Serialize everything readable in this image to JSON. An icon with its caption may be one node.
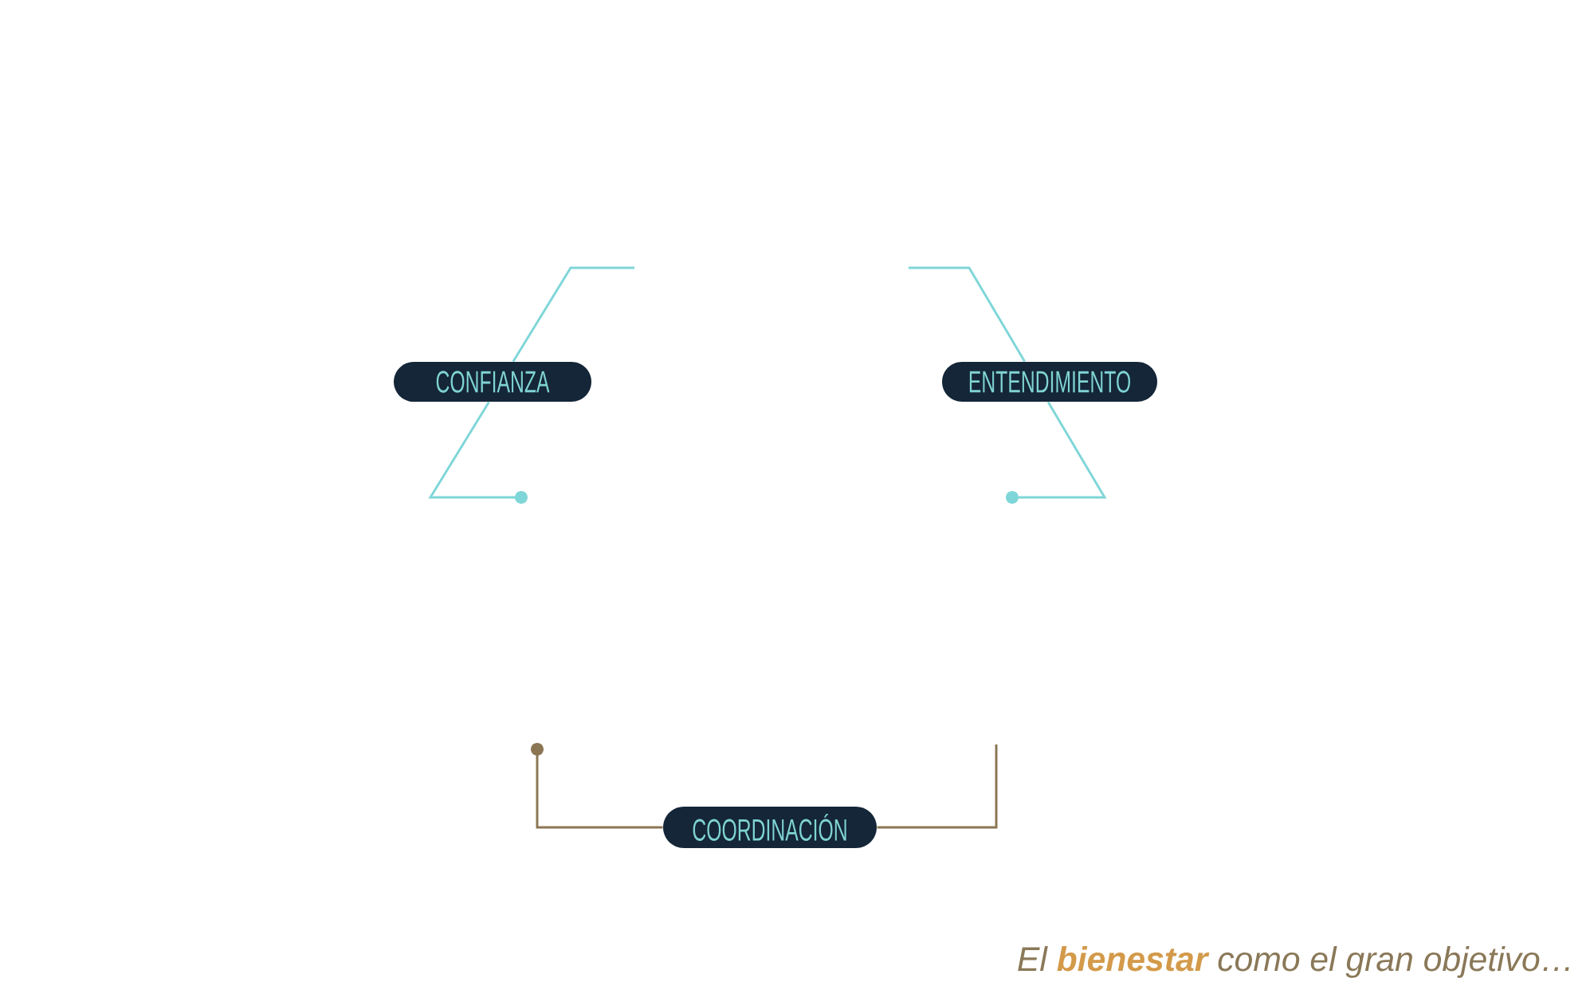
{
  "diagram": {
    "caption": "El **bienestar** como el gran objetivo…",
    "nodes": [
      {
        "text": [
          "CONFIANZA"
        ]
      },
      {
        "text": [
          "ENTENDIMIENTO"
        ]
      },
      {
        "text": [
          "COORDINACIÓN"
        ]
      }
    ],
    "edges": [
      {
        "from": 0,
        "to": null,
        "arrow": "none"
      },
      {
        "from": 0,
        "to": null,
        "arrow": "other"
      },
      {
        "from": 1,
        "to": null,
        "arrow": "none"
      },
      {
        "from": 1,
        "to": null,
        "arrow": "other"
      },
      {
        "from": 2,
        "to": null,
        "arrow": "other",
        "color": "#8b7653"
      },
      {
        "from": 2,
        "to": null,
        "arrow": "none",
        "color": "#8b7653"
      }
    ]
  }
}
